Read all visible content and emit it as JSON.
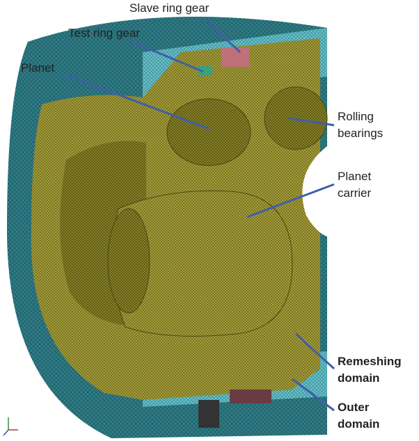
{
  "labels": {
    "slave_ring_gear": "Slave ring gear",
    "test_ring_gear": "Test ring gear",
    "planet": "Planet",
    "rolling_bearings": [
      "Rolling",
      "bearings"
    ],
    "planet_carrier": [
      "Planet",
      "carrier"
    ],
    "remeshing_domain": [
      "Remeshing",
      "domain"
    ],
    "outer_domain": [
      "Outer",
      "domain"
    ]
  },
  "colors": {
    "outer_mesh": "#2f7c86",
    "outer_mesh_light": "#6cc3cc",
    "remesh": "#a9a23a",
    "remesh_dark": "#6f6a1e",
    "slave_gear": "#c0707a",
    "test_gear": "#3ca07a",
    "leader_line": "#3f5fa8"
  }
}
